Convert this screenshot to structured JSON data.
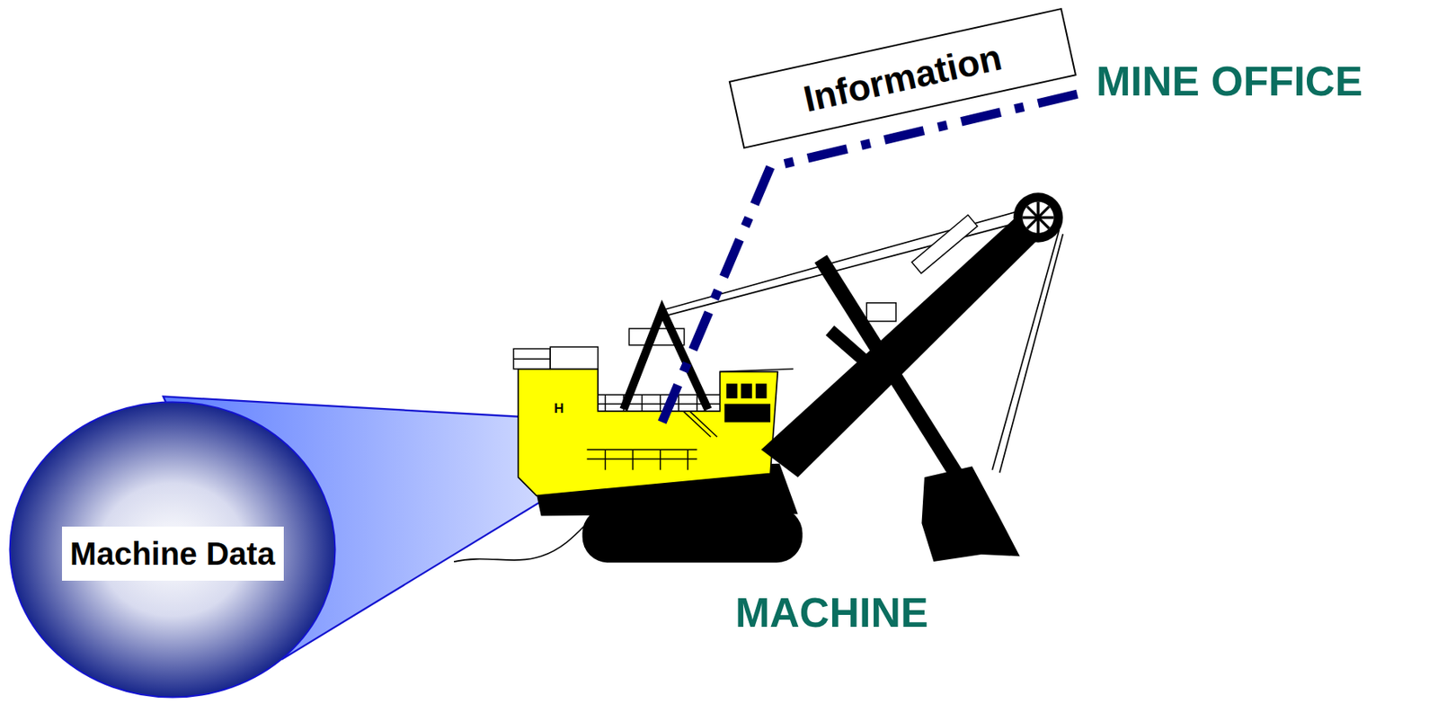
{
  "diagram": {
    "nodes": [
      {
        "text": [
          "Information"
        ]
      },
      {
        "text": [
          "Machine Data"
        ]
      }
    ],
    "labels": [
      "MINE OFFICE",
      "H",
      "MACHINE"
    ]
  }
}
